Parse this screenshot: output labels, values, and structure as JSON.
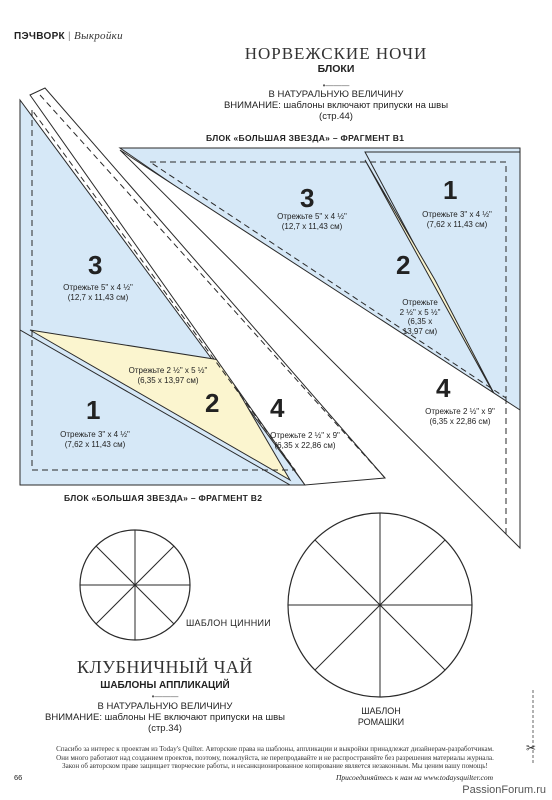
{
  "header": {
    "section": "ПЭЧВОРК",
    "subsection": "Выкройки"
  },
  "block1": {
    "title": "НОРВЕЖСКИЕ НОЧИ",
    "subtitle": "БЛОКИ",
    "separator": "•———",
    "note_line1": "В НАТУРАЛЬНУЮ ВЕЛИЧИНУ",
    "note_line2": "ВНИМАНИЕ: шаблоны включают припуски на швы",
    "note_line3": "(стр.44)"
  },
  "fragment_b1": {
    "label": "БЛОК «БОЛЬШАЯ ЗВЕЗДА» – ФРАГМЕНТ B1",
    "pieces": [
      {
        "num": "3",
        "cut": "Отрежьте 5\" х 4 ½\"",
        "cm": "(12,7 х 11,43 см)"
      },
      {
        "num": "1",
        "cut": "Отрежьте 3\" х 4 ½\"",
        "cm": "(7,62 х 11,43 см)"
      },
      {
        "num": "2",
        "cut1": "Отрежьте",
        "cut2": "2 ½\" х 5 ½\"",
        "cm1": "(6,35 х",
        "cm2": "13,97 см)"
      },
      {
        "num": "4",
        "cut": "Отрежьте 2 ½\" х 9\"",
        "cm": "(6,35 х 22,86 см)"
      }
    ]
  },
  "fragment_b2": {
    "label": "БЛОК «БОЛЬШАЯ ЗВЕЗДА» – ФРАГМЕНТ B2",
    "pieces": [
      {
        "num": "3",
        "cut": "Отрежьте 5\" х 4 ½\"",
        "cm": "(12,7 х 11,43 см)"
      },
      {
        "num": "2",
        "cut": "Отрежьте 2 ½\" х 5 ½\"",
        "cm": "(6,35 х 13,97 см)"
      },
      {
        "num": "1",
        "cut": "Отрежьте 3\" х 4 ½\"",
        "cm": "(7,62 х 11,43 см)"
      },
      {
        "num": "4",
        "cut": "Отрежьте 2 ½\" х 9\"",
        "cm": "(6,35 х 22,86 см)"
      }
    ]
  },
  "templates": {
    "zinnia_label": "ШАБЛОН ЦИННИИ",
    "daisy_label1": "ШАБЛОН",
    "daisy_label2": "РОМАШКИ"
  },
  "block2": {
    "title": "КЛУБНИЧНЫЙ ЧАЙ",
    "subtitle": "ШАБЛОНЫ АППЛИКАЦИЙ",
    "separator": "•———",
    "note_line1": "В НАТУРАЛЬНУЮ ВЕЛИЧИНУ",
    "note_line2": "ВНИМАНИЕ: шаблоны НЕ включают припуски на швы",
    "note_line3": "(стр.34)"
  },
  "footer": {
    "copyright_line1": "Спасибо за интерес к проектам из Today's Quilter. Авторские права на шаблоны, аппликации и выкройки принадлежат дизайнерам-разработчикам.",
    "copyright_line2": "Они много работают над созданием проектов, поэтому, пожалуйста, не перепродавайте и не распространяйте без разрешения материалы журнала.",
    "copyright_line3": "Закон об авторском праве защищает творческие работы, и несанкционированное копирование является незаконным. Мы ценим вашу помощь!",
    "page_number": "66",
    "join_text": "Присоединяйтесь к нам на www.todaysquilter.com",
    "watermark": "PassionForum.ru"
  },
  "colors": {
    "blue_fill": "#d6e8f7",
    "yellow_fill": "#fbf5cf",
    "line": "#2a2a2a"
  }
}
